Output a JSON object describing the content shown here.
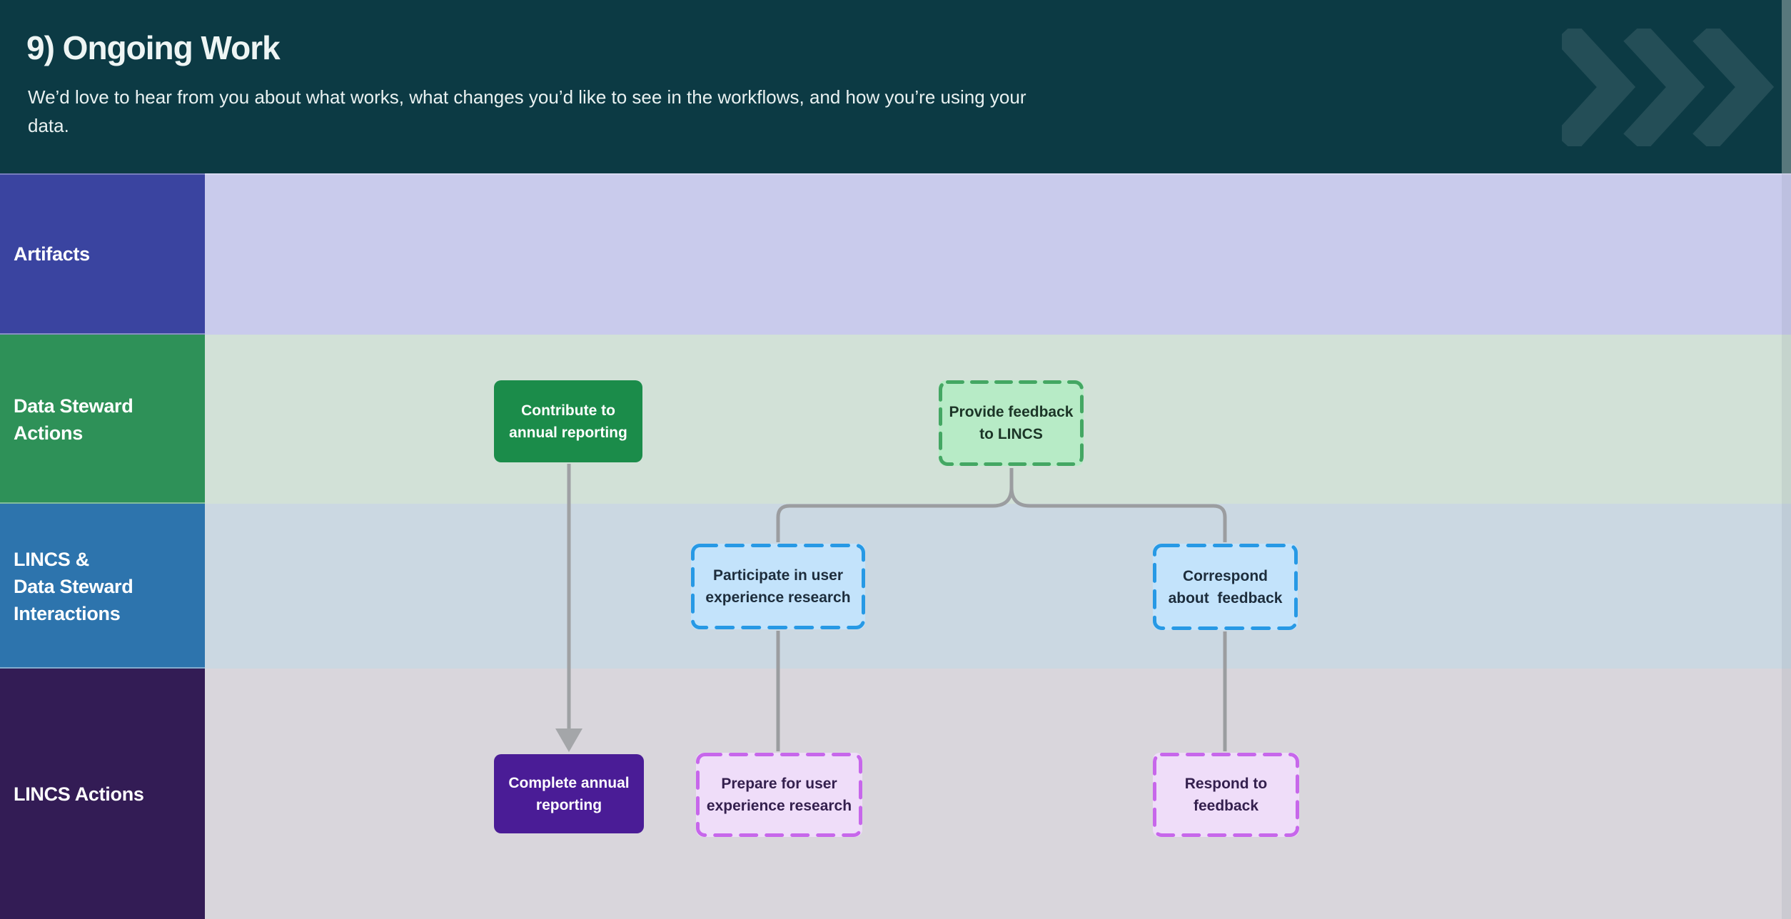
{
  "header": {
    "title": "9) Ongoing Work",
    "subtitle": "We’d love to hear from you about what works, what changes you’d like to see in the workflows, and how you’re using your data.",
    "bg_color": "#0c3a44",
    "chevrons_icon": "triple-chevron-right"
  },
  "lanes": [
    {
      "label_lines": [
        "Artifacts"
      ],
      "sidebar_color": "#3a44a0",
      "band_color": "#c9cbec"
    },
    {
      "label_lines": [
        "Data Steward",
        "Actions"
      ],
      "sidebar_color": "#2e9158",
      "band_color": "#d2e1d7"
    },
    {
      "label_lines": [
        "LINCS &",
        "Data Steward",
        "Interactions"
      ],
      "sidebar_color": "#2d74ad",
      "band_color": "#cbd8e2"
    },
    {
      "label_lines": [
        "LINCS Actions"
      ],
      "sidebar_color": "#331c55",
      "band_color": "#d9d6dc"
    }
  ],
  "nodes": {
    "contribute": {
      "lines": [
        "Contribute to",
        "annual reporting"
      ],
      "style": "solid",
      "fill": "#1b8c4a",
      "text_color": "#ffffff",
      "lane": "Data Steward Actions"
    },
    "provide": {
      "lines": [
        "Provide feedback",
        "to LINCS"
      ],
      "style": "dashed",
      "fill": "#b7ebc6",
      "border_color": "#44a763",
      "text_color": "#1c3527",
      "lane": "Data Steward Actions"
    },
    "participate": {
      "lines": [
        "Participate in user",
        "experience research"
      ],
      "style": "dashed",
      "fill": "#c3e3fb",
      "border_color": "#2799e5",
      "text_color": "#1d2d3c",
      "lane": "LINCS & Data Steward Interactions"
    },
    "correspond": {
      "lines": [
        "Correspond",
        "about  feedback"
      ],
      "style": "dashed",
      "fill": "#c3e3fb",
      "border_color": "#2799e5",
      "text_color": "#1d2d3c",
      "lane": "LINCS & Data Steward Interactions"
    },
    "complete": {
      "lines": [
        "Complete annual",
        "reporting"
      ],
      "style": "solid",
      "fill": "#4a1c96",
      "text_color": "#ffffff",
      "lane": "LINCS Actions"
    },
    "prepare": {
      "lines": [
        "Prepare for user",
        "experience research"
      ],
      "style": "dashed",
      "fill": "#efddf9",
      "border_color": "#c767eb",
      "text_color": "#34204e",
      "lane": "LINCS Actions"
    },
    "respond": {
      "lines": [
        "Respond to",
        "feedback"
      ],
      "style": "dashed",
      "fill": "#efddf9",
      "border_color": "#c767eb",
      "text_color": "#34204e",
      "lane": "LINCS Actions"
    }
  },
  "connectors": {
    "color": "#9b9da0",
    "arrowhead_color": "#a4a6a9",
    "links": [
      {
        "from": "contribute",
        "to": "complete",
        "arrow": true
      },
      {
        "from": "provide",
        "to": "participate",
        "arrow": false,
        "type": "fork-left"
      },
      {
        "from": "provide",
        "to": "correspond",
        "arrow": false,
        "type": "fork-right"
      },
      {
        "from": "participate",
        "to": "prepare",
        "arrow": false
      },
      {
        "from": "correspond",
        "to": "respond",
        "arrow": false
      }
    ]
  }
}
